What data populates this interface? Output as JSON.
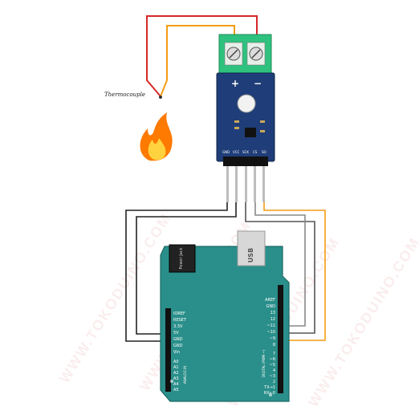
{
  "watermark": "WWW.TOKODUINO.COM",
  "thermocouple": {
    "label": "Thermocouple"
  },
  "module": {
    "terminals": [
      "+",
      "−"
    ],
    "pins": [
      "GND",
      "VCC",
      "SCK",
      "CS",
      "SO"
    ]
  },
  "arduino": {
    "usb_label": "USB",
    "power_label": "Power Jack",
    "power_pins": [
      "IOREF",
      "RESET",
      "3.3V",
      "5V",
      "GND",
      "GND",
      "Vin"
    ],
    "analog_pins": [
      "A0",
      "A1",
      "A2",
      "A3",
      "A4",
      "A5"
    ],
    "analog_header": "ANALOG IN",
    "top_pins": [
      "AREF",
      "GND",
      "13",
      "12",
      "~11",
      "~10",
      "~9",
      "8"
    ],
    "bottom_pins": [
      "7",
      "~6",
      "~5",
      "4",
      "~3",
      "2",
      "TX→1",
      "RX←0"
    ],
    "digital_header": "DIGITAL (PWM ~)"
  },
  "colors": {
    "board": "#2a8f8a",
    "module": "#1f3d78",
    "terminal": "#2ec27e",
    "wire_red": "#d62828",
    "wire_orange": "#f39c12",
    "wire_dark": "#444444",
    "wire_gray": "#999999",
    "flame": "#ff7a00"
  }
}
